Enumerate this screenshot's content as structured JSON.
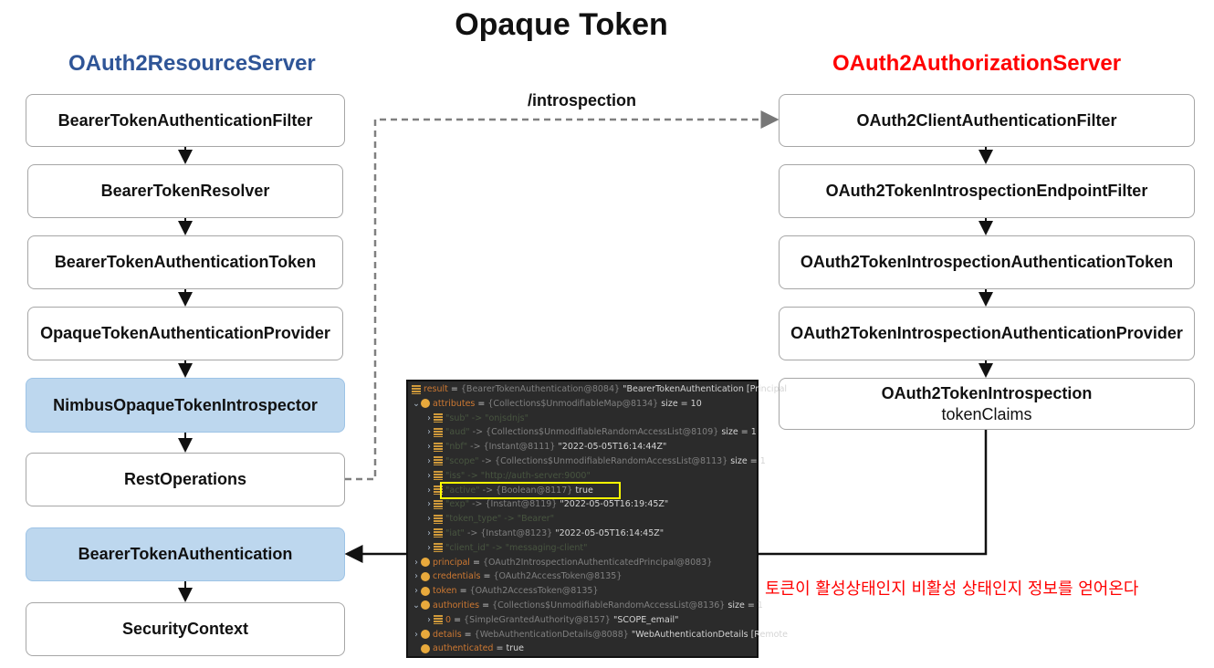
{
  "title": "Opaque Token",
  "left_column": {
    "heading": "OAuth2ResourceServer",
    "boxes": [
      "BearerTokenAuthenticationFilter",
      "BearerTokenResolver",
      "BearerTokenAuthenticationToken",
      "OpaqueTokenAuthenticationProvider",
      "NimbusOpaqueTokenIntrospector",
      "RestOperations",
      "BearerTokenAuthentication",
      "SecurityContext"
    ],
    "highlighted": [
      "NimbusOpaqueTokenIntrospector",
      "BearerTokenAuthentication"
    ]
  },
  "right_column": {
    "heading": "OAuth2AuthorizationServer",
    "boxes": [
      "OAuth2ClientAuthenticationFilter",
      "OAuth2TokenIntrospectionEndpointFilter",
      "OAuth2TokenIntrospectionAuthenticationToken",
      "OAuth2TokenIntrospectionAuthenticationProvider",
      "OAuth2TokenIntrospection"
    ],
    "last_box_subtitle": "tokenClaims"
  },
  "edge_label": "/introspection",
  "note": "토큰이 활성상태인지 비활성 상태인지 정보를 얻어온다",
  "debugger": {
    "rows": [
      {
        "t": "result = {BearerTokenAuthentication@8084} \"BearerTokenAuthentication [Principal"
      },
      {
        "t": "attributes = {Collections$UnmodifiableMap@8134}  size = 10"
      },
      {
        "t": "\"sub\" -> \"onjsdnjs\""
      },
      {
        "t": "\"aud\" -> {Collections$UnmodifiableRandomAccessList@8109}  size = 1"
      },
      {
        "t": "\"nbf\" -> {Instant@8111} \"2022-05-05T16:14:44Z\""
      },
      {
        "t": "\"scope\" -> {Collections$UnmodifiableRandomAccessList@8113}  size = 1"
      },
      {
        "t": "\"iss\" -> \"http://auth-server:9000\""
      },
      {
        "t": "\"active\" -> {Boolean@8117} true"
      },
      {
        "t": "\"exp\" -> {Instant@8119} \"2022-05-05T16:19:45Z\""
      },
      {
        "t": "\"token_type\" -> \"Bearer\""
      },
      {
        "t": "\"iat\" -> {Instant@8123} \"2022-05-05T16:14:45Z\""
      },
      {
        "t": "\"client_id\" -> \"messaging-client\""
      },
      {
        "t": "principal = {OAuth2IntrospectionAuthenticatedPrincipal@8083}"
      },
      {
        "t": "credentials = {OAuth2AccessToken@8135}"
      },
      {
        "t": "token = {OAuth2AccessToken@8135}"
      },
      {
        "t": "authorities = {Collections$UnmodifiableRandomAccessList@8136}  size = 1"
      },
      {
        "t": "0 = {SimpleGrantedAuthority@8157} \"SCOPE_email\""
      },
      {
        "t": "details = {WebAuthenticationDetails@8088} \"WebAuthenticationDetails [Remote"
      },
      {
        "t": "authenticated = true"
      }
    ]
  }
}
